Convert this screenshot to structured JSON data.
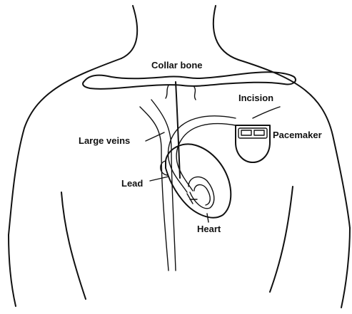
{
  "labels": {
    "collar_bone": "Collar bone",
    "incision": "Incision",
    "pacemaker": "Pacemaker",
    "large_veins": "Large veins",
    "lead": "Lead",
    "heart": "Heart"
  },
  "colors": {
    "line": "#111111",
    "background": "#ffffff"
  }
}
